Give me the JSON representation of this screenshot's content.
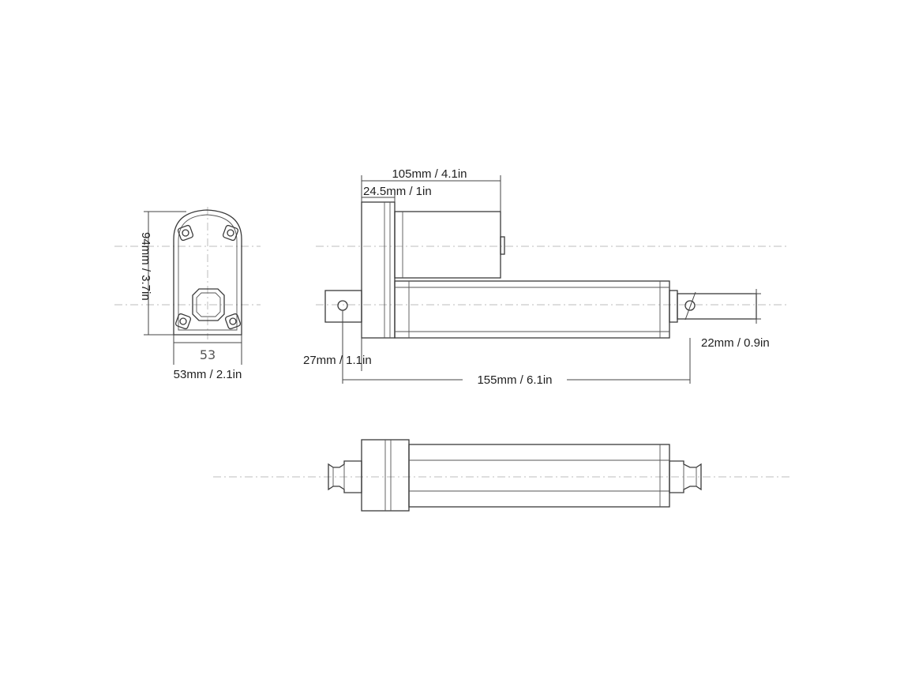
{
  "dimensions": {
    "overall_length": "105mm / 4.1in",
    "flange_width": "24.5mm / 1in",
    "height": "94mm / 3.7in",
    "end_view_width": "53mm / 2.1in",
    "end_view_marking": "53",
    "rod_diameter": "22mm / 0.9in",
    "mount_offset": "27mm / 1.1in",
    "hole_to_hole": "155mm / 6.1in"
  },
  "colors": {
    "line": "#3a3a3a",
    "centerline": "#bdbdbd"
  }
}
